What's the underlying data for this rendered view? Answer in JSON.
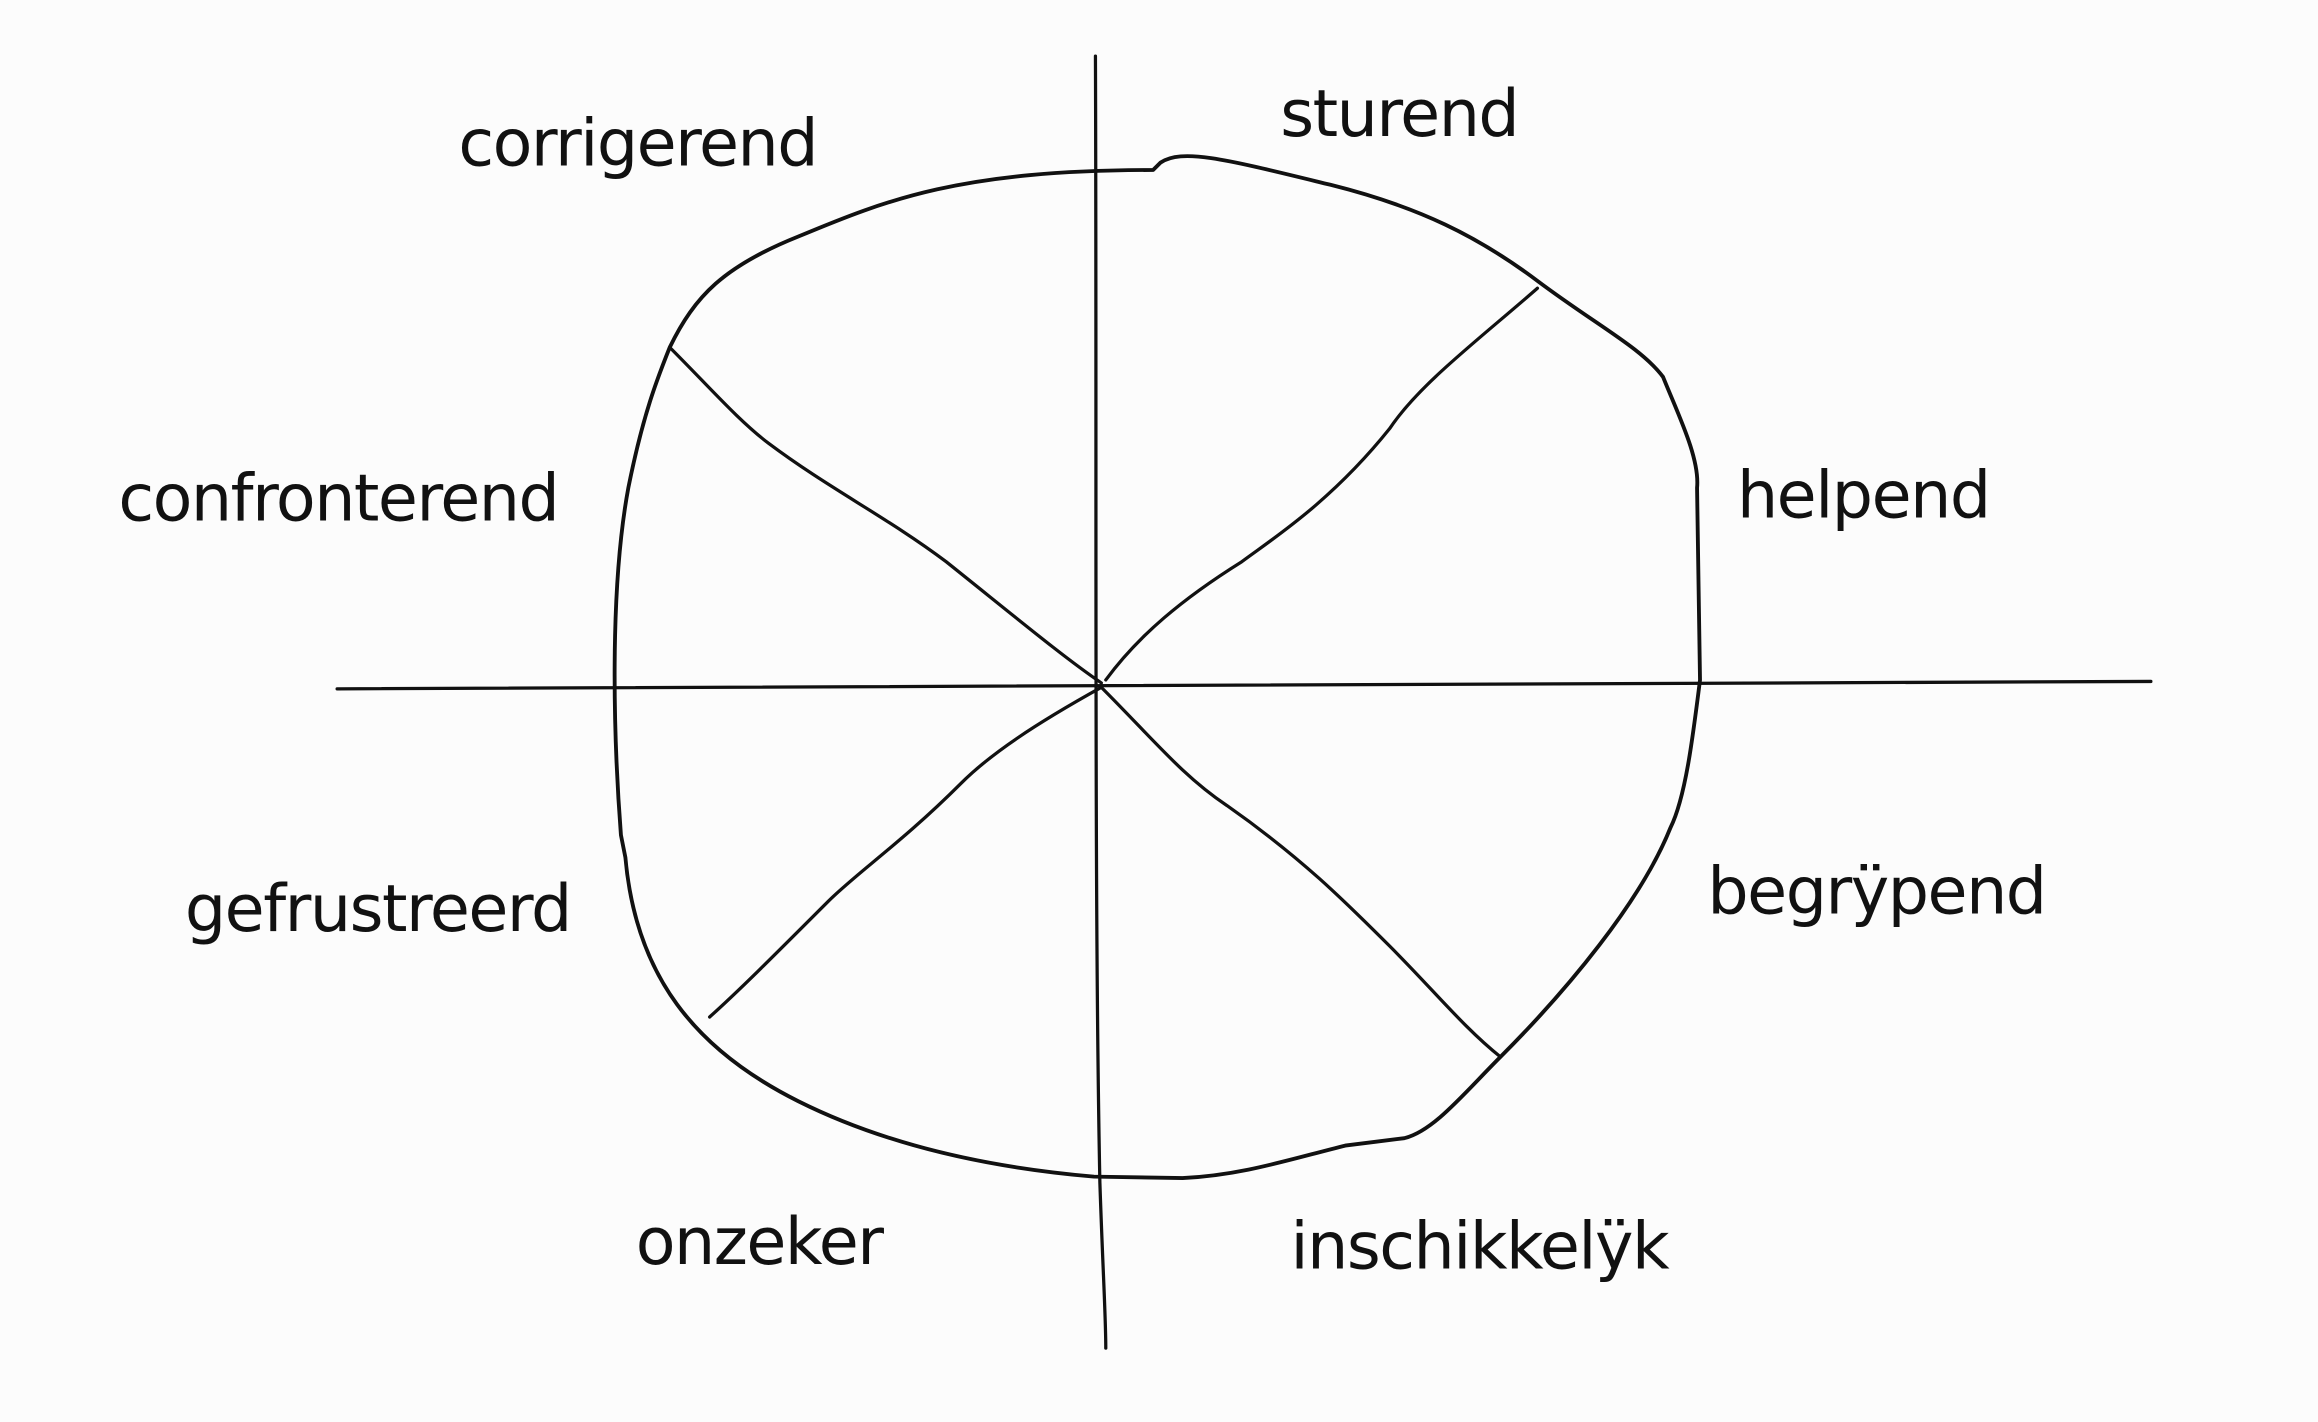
{
  "diagram": {
    "labels": {
      "top_left": "corrigerend",
      "top_right": "sturend",
      "right_top": "helpend",
      "right_bottom": "begrÿpend",
      "bottom_right": "inschikkelÿk",
      "bottom_left": "onzeker",
      "left_bottom": "gefrustreerd",
      "left_top": "confronterend"
    },
    "colors": {
      "ink": "#111111",
      "background": "#fcfcfc"
    }
  }
}
